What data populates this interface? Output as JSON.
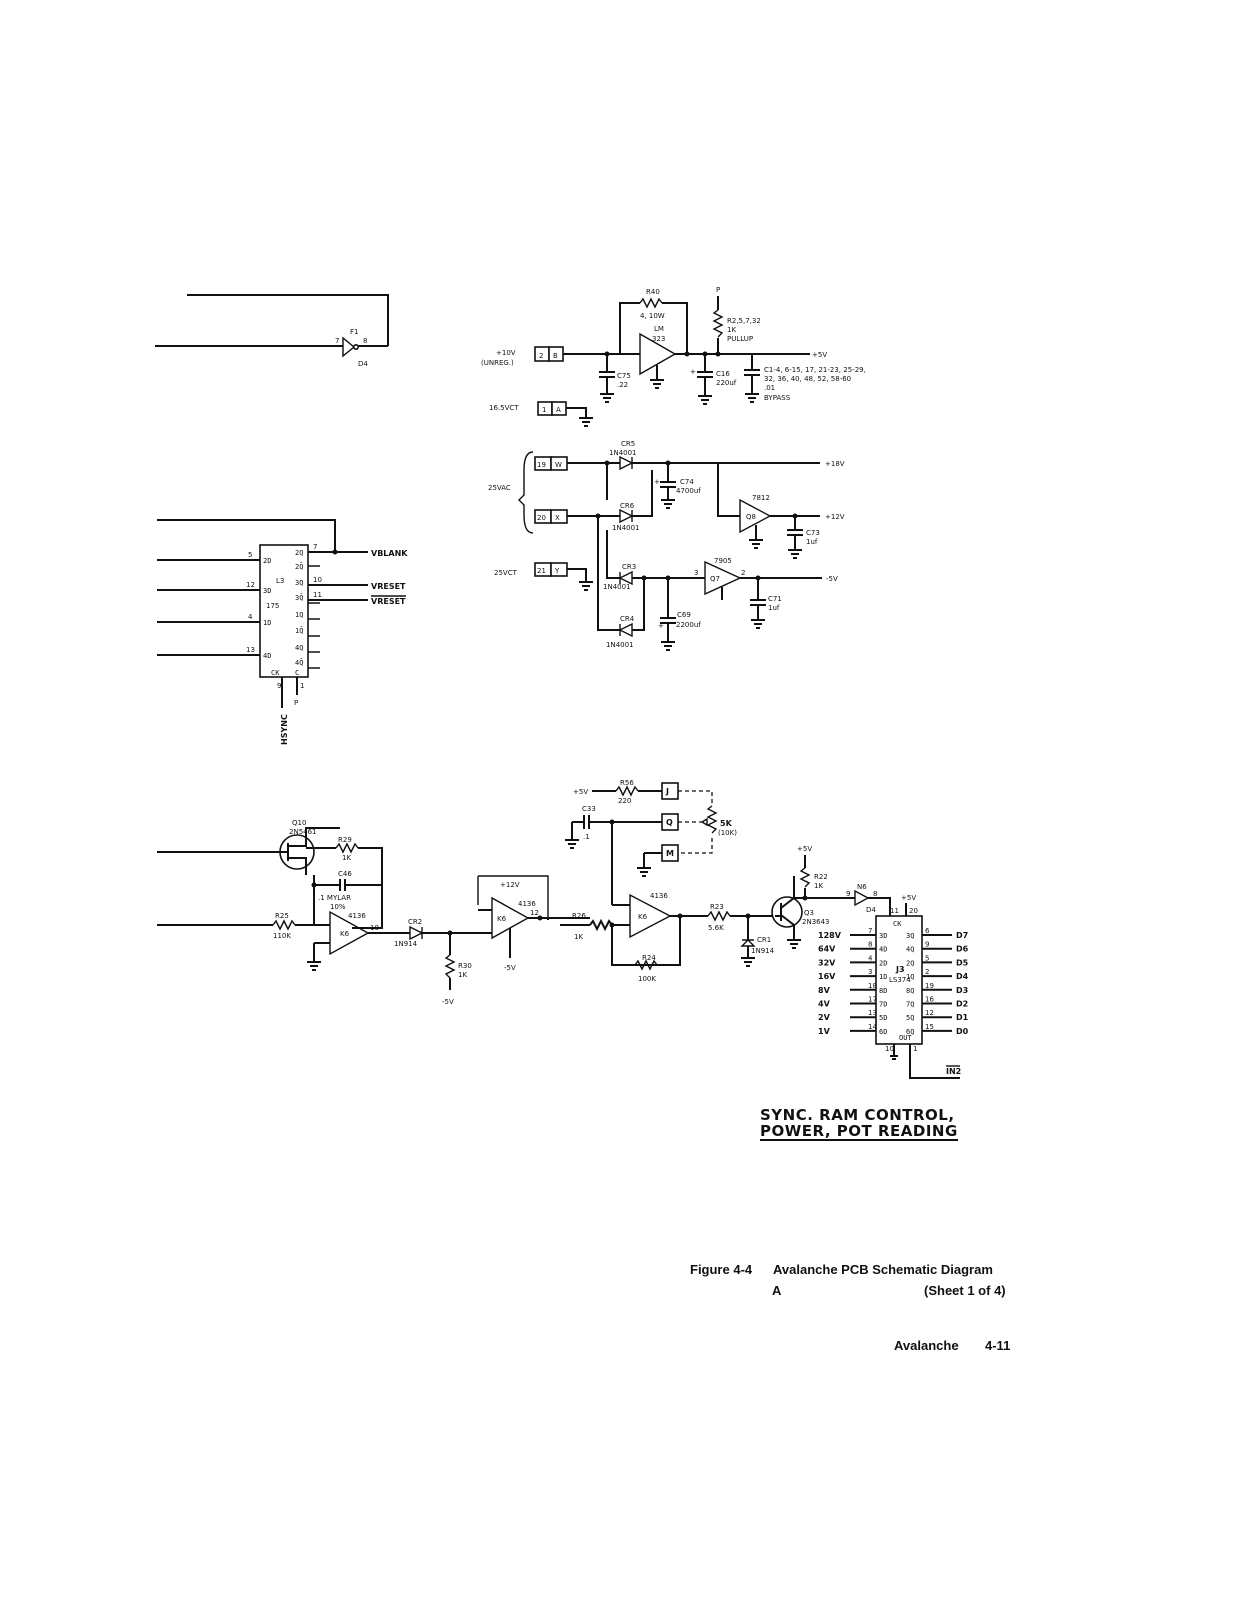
{
  "title": {
    "line1": "SYNC. RAM CONTROL,",
    "line2": "POWER, POT READING"
  },
  "caption": {
    "figure": "Figure 4-4",
    "name": "Avalanche PCB Schematic Diagram",
    "sheet_letter": "A",
    "sheet": "(Sheet 1 of 4)"
  },
  "footer": {
    "book": "Avalanche",
    "page": "4-11"
  },
  "gate": {
    "ref": "F1",
    "in_pin": "7",
    "out_pin": "8",
    "part": "D4"
  },
  "latch": {
    "ref": "L3",
    "part": "175",
    "pins_left": [
      "5",
      "12",
      "4",
      "13"
    ],
    "inputs": [
      "2D",
      "3D",
      "1D",
      "4D"
    ],
    "outputs": [
      "2Q",
      "2Q̄",
      "3Q",
      "3Q̄",
      "1Q",
      "1Q̄",
      "4Q",
      "4Q̄"
    ],
    "out_pins": [
      "7",
      "10",
      "11"
    ],
    "clk": "CK",
    "clr": "C",
    "clk_pin": "9",
    "clr_pin": "1",
    "signals": [
      "VBLANK",
      "VRESET",
      "VRESET"
    ],
    "hsync": "HSYNC",
    "pullup": "P"
  },
  "power": {
    "in1": "+10V",
    "in1b": "(UNREG.)",
    "pins1": [
      "2",
      "B"
    ],
    "in2": "16.5VCT",
    "pins2": [
      "1",
      "A"
    ],
    "in3": "25VAC",
    "pins3": [
      "19",
      "W"
    ],
    "pins4": [
      "20",
      "X"
    ],
    "in4": "25VCT",
    "pins5": [
      "21",
      "Y"
    ],
    "r40": [
      "R40",
      "4, 10W"
    ],
    "reg1": [
      "LM",
      "323"
    ],
    "c75": [
      "C75",
      ".22"
    ],
    "c16": [
      "C16",
      "220uf"
    ],
    "pullup": [
      "R2,5,7,32",
      "1K",
      "PULLUP"
    ],
    "p": "P",
    "v5": "+5V",
    "bypass": [
      "C1-4, 6-15, 17, 21-23, 25-29,",
      "32, 36, 40, 48, 52, 58-60",
      ".01",
      "BYPASS"
    ],
    "cr5": [
      "CR5",
      "1N4001"
    ],
    "cr6": [
      "CR6",
      "1N4001"
    ],
    "cr3": [
      "CR3",
      "1N4001"
    ],
    "cr4": [
      "CR4",
      "1N4001"
    ],
    "c74": [
      "C74",
      "4700uf"
    ],
    "v18": "+18V",
    "reg2": [
      "7812",
      "Q8"
    ],
    "c73": [
      "C73",
      "1uf"
    ],
    "v12": "+12V",
    "reg3": [
      "7905",
      "Q7"
    ],
    "c69": [
      "C69",
      "2200uf"
    ],
    "c71": [
      "C71",
      "1uf"
    ],
    "vm5": "-5V"
  },
  "pot": {
    "q10": [
      "Q10",
      "2N5461"
    ],
    "r29": [
      "R29",
      "1K"
    ],
    "c46": [
      "C46",
      ".1 MYLAR",
      "10%"
    ],
    "r25": [
      "R25",
      "110K"
    ],
    "opamp": "4136",
    "k6": "K6",
    "cr2": [
      "CR2",
      "1N914"
    ],
    "r30": [
      "R30",
      "1K"
    ],
    "m5": "-5V",
    "p12": "+12V",
    "r26": [
      "R26",
      "1K"
    ],
    "r56": [
      "R56",
      "220"
    ],
    "p5": "+5V",
    "c33": [
      "C33",
      ".1"
    ],
    "pot5k": [
      "5K",
      "(10K)"
    ],
    "conn": [
      "J",
      "Q",
      "M"
    ],
    "r24": [
      "R24",
      "100K"
    ],
    "r23": [
      "R23",
      "5.6K"
    ],
    "cr1": [
      "CR1",
      "1N914"
    ],
    "q3": [
      "Q3",
      "2N3643"
    ],
    "r22": [
      "R22",
      "1K"
    ],
    "n6": [
      "N6",
      "D4"
    ],
    "chip": [
      "J3",
      "LS374"
    ],
    "inputs": [
      "128V",
      "64V",
      "32V",
      "16V",
      "8V",
      "4V",
      "2V",
      "1V"
    ],
    "outputs": [
      "D7",
      "D6",
      "D5",
      "D4",
      "D3",
      "D2",
      "D1",
      "D0"
    ],
    "in_pins": [
      "7",
      "8",
      "4",
      "3",
      "18",
      "17",
      "13",
      "14"
    ],
    "out_pins": [
      "6",
      "9",
      "5",
      "2",
      "19",
      "16",
      "12",
      "15"
    ],
    "ck": "CK",
    "out": "OUT",
    "in2_sig": "IN2"
  }
}
